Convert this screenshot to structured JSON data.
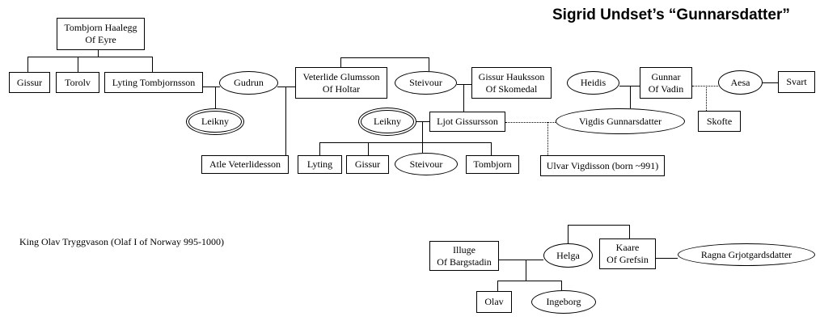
{
  "title": "Sigrid Undset’s “Gunnarsdatter”",
  "caption": "King Olav Tryggvason (Olaf I of Norway 995-1000)",
  "colors": {
    "background": "#ffffff",
    "line": "#000000",
    "text": "#000000"
  },
  "nodes": {
    "tombjorn_haalegg": {
      "label": "Tombjorn Haalegg\nOf Eyre",
      "shape": "box"
    },
    "gissur_sr": {
      "label": "Gissur",
      "shape": "box"
    },
    "torolv": {
      "label": "Torolv",
      "shape": "box"
    },
    "lyting_tombjornsson": {
      "label": "Lyting Tombjornsson",
      "shape": "box"
    },
    "gudrun": {
      "label": "Gudrun",
      "shape": "ellipse"
    },
    "leikny_1": {
      "label": "Leikny",
      "shape": "double-ellipse"
    },
    "atle_veterlidesson": {
      "label": "Atle Veterlidesson",
      "shape": "box"
    },
    "veterlide_glumsson": {
      "label": "Veterlide Glumsson\nOf Holtar",
      "shape": "box"
    },
    "steivour_1": {
      "label": "Steivour",
      "shape": "ellipse"
    },
    "gissur_hauksson": {
      "label": "Gissur Hauksson\nOf Skomedal",
      "shape": "box"
    },
    "leikny_2": {
      "label": "Leikny",
      "shape": "double-ellipse"
    },
    "ljot_gissursson": {
      "label": "Ljot Gissursson",
      "shape": "box"
    },
    "lyting_jr": {
      "label": "Lyting",
      "shape": "box"
    },
    "gissur_jr": {
      "label": "Gissur",
      "shape": "box"
    },
    "steivour_2": {
      "label": "Steivour",
      "shape": "ellipse"
    },
    "tombjorn_jr": {
      "label": "Tombjorn",
      "shape": "box"
    },
    "ulvar_vigdisson": {
      "label": "Ulvar Vigdisson (born ~991)",
      "shape": "box"
    },
    "heidis": {
      "label": "Heidis",
      "shape": "ellipse"
    },
    "gunnar_of_vadin": {
      "label": "Gunnar\nOf Vadin",
      "shape": "box"
    },
    "vigdis_gunnarsdatter": {
      "label": "Vigdis Gunnarsdatter",
      "shape": "ellipse"
    },
    "skofte": {
      "label": "Skofte",
      "shape": "box"
    },
    "aesa": {
      "label": "Aesa",
      "shape": "ellipse"
    },
    "svart": {
      "label": "Svart",
      "shape": "box"
    },
    "illuge": {
      "label": "Illuge\nOf Bargstadin",
      "shape": "box"
    },
    "helga": {
      "label": "Helga",
      "shape": "ellipse"
    },
    "kaare": {
      "label": "Kaare\nOf Grefsin",
      "shape": "box"
    },
    "ragna": {
      "label": "Ragna Grjotgardsdatter",
      "shape": "ellipse"
    },
    "olav": {
      "label": "Olav",
      "shape": "box"
    },
    "ingeborg": {
      "label": "Ingeborg",
      "shape": "ellipse"
    }
  },
  "edges": [
    "Tombjorn Haalegg Of Eyre - parent of - Gissur, Torolv, Lyting Tombjornsson",
    "Lyting Tombjornsson + Gudrun - parents of - Leikny",
    "Gudrun + Veterlide Glumsson Of Holtar - parents of - Atle Veterlidesson",
    "Veterlide Glumsson Of Holtar - bracket link - Steivour",
    "Steivour + Gissur Hauksson Of Skomedal - parents of - Ljot Gissursson",
    "Leikny + Ljot Gissursson - parents of - Lyting, Gissur, Steivour, Tombjorn",
    "Ljot Gissursson + Vigdis Gunnarsdatter (dotted) - parents of - Ulvar Vigdisson (born ~991)",
    "Heidis + Gunnar Of Vadin - parents of - Vigdis Gunnarsdatter",
    "Gunnar Of Vadin + Aesa (dotted) - parents of - Skofte",
    "Aesa + Svart - married",
    "Helga - bracket link - Kaare Of Grefsin",
    "Illuge Of Bargstadin + Helga - parents of - Olav, Ingeborg",
    "Kaare Of Grefsin + Ragna Grjotgardsdatter - married"
  ]
}
